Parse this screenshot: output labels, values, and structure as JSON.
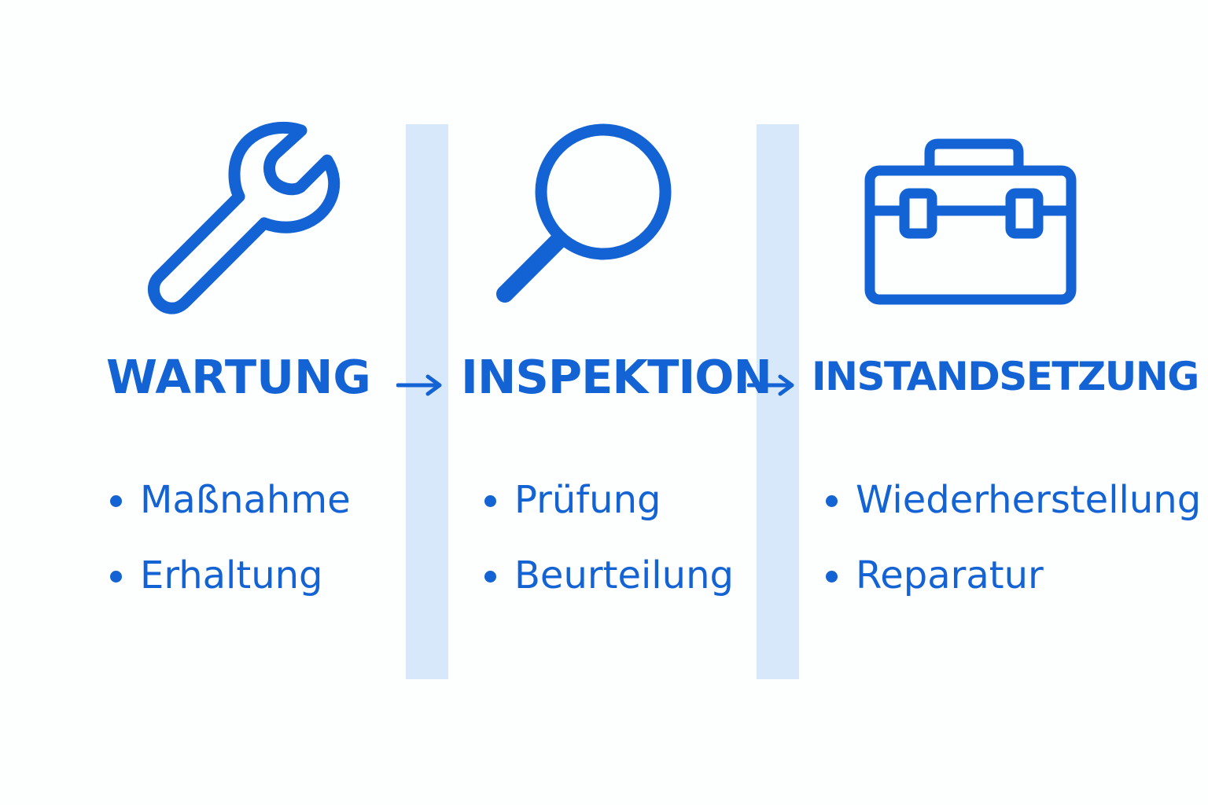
{
  "colors": {
    "accent": "#1463d4",
    "divider": "#d8e8fb",
    "background": "#fdfefe"
  },
  "steps": [
    {
      "icon": "wrench-icon",
      "title": "WARTUNG",
      "items": [
        "Maßnahme",
        "Erhaltung"
      ]
    },
    {
      "icon": "magnifying-glass-icon",
      "title": "INSPEKTION",
      "items": [
        "Prüfung",
        "Beurteilung"
      ]
    },
    {
      "icon": "toolbox-icon",
      "title": "INSTANDSETZUNG",
      "items": [
        "Wiederherstellung",
        "Reparatur"
      ]
    }
  ],
  "connectors": [
    "arrow-right-icon",
    "arrow-right-icon"
  ]
}
